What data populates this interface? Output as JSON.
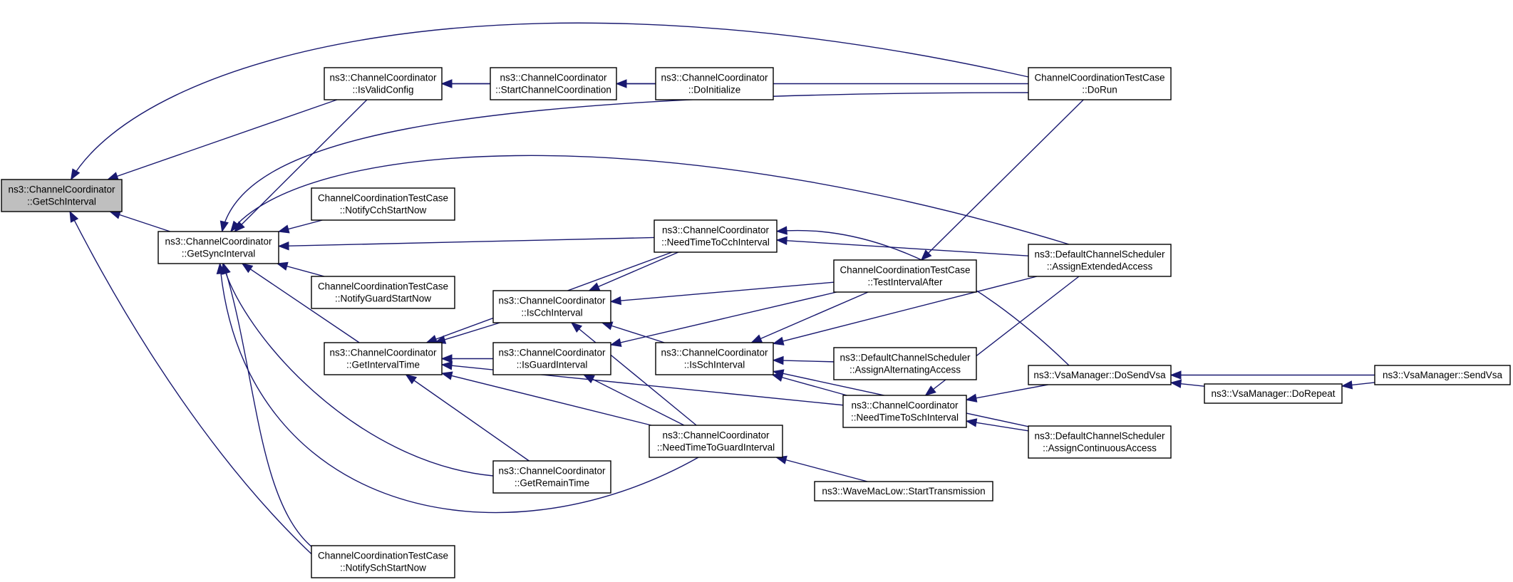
{
  "diagram": {
    "type": "call-graph",
    "colors": {
      "edge": "#191970",
      "focus_fill": "#bfbfbf",
      "node_fill": "#ffffff",
      "border": "#000000"
    },
    "nodes": [
      {
        "id": "getSch",
        "lines": [
          "ns3::ChannelCoordinator",
          "::GetSchInterval"
        ],
        "focus": true
      },
      {
        "id": "getSync",
        "lines": [
          "ns3::ChannelCoordinator",
          "::GetSyncInterval"
        ]
      },
      {
        "id": "isValid",
        "lines": [
          "ns3::ChannelCoordinator",
          "::IsValidConfig"
        ]
      },
      {
        "id": "startCC",
        "lines": [
          "ns3::ChannelCoordinator",
          "::StartChannelCoordination"
        ]
      },
      {
        "id": "doInit",
        "lines": [
          "ns3::ChannelCoordinator",
          "::DoInitialize"
        ]
      },
      {
        "id": "doRun",
        "lines": [
          "ChannelCoordinationTestCase",
          "::DoRun"
        ]
      },
      {
        "id": "notifyCch",
        "lines": [
          "ChannelCoordinationTestCase",
          "::NotifyCchStartNow"
        ]
      },
      {
        "id": "notifyGuard",
        "lines": [
          "ChannelCoordinationTestCase",
          "::NotifyGuardStartNow"
        ]
      },
      {
        "id": "notifySch",
        "lines": [
          "ChannelCoordinationTestCase",
          "::NotifySchStartNow"
        ]
      },
      {
        "id": "getInterval",
        "lines": [
          "ns3::ChannelCoordinator",
          "::GetIntervalTime"
        ]
      },
      {
        "id": "isCch",
        "lines": [
          "ns3::ChannelCoordinator",
          "::IsCchInterval"
        ]
      },
      {
        "id": "isGuard",
        "lines": [
          "ns3::ChannelCoordinator",
          "::IsGuardInterval"
        ]
      },
      {
        "id": "getRemain",
        "lines": [
          "ns3::ChannelCoordinator",
          "::GetRemainTime"
        ]
      },
      {
        "id": "needCch",
        "lines": [
          "ns3::ChannelCoordinator",
          "::NeedTimeToCchInterval"
        ]
      },
      {
        "id": "isSch",
        "lines": [
          "ns3::ChannelCoordinator",
          "::IsSchInterval"
        ]
      },
      {
        "id": "needGuard",
        "lines": [
          "ns3::ChannelCoordinator",
          "::NeedTimeToGuardInterval"
        ]
      },
      {
        "id": "testAfter",
        "lines": [
          "ChannelCoordinationTestCase",
          "::TestIntervalAfter"
        ]
      },
      {
        "id": "assignAlt",
        "lines": [
          "ns3::DefaultChannelScheduler",
          "::AssignAlternatingAccess"
        ]
      },
      {
        "id": "needSch",
        "lines": [
          "ns3::ChannelCoordinator",
          "::NeedTimeToSchInterval"
        ]
      },
      {
        "id": "startTx",
        "lines": [
          "ns3::WaveMacLow::StartTransmission"
        ]
      },
      {
        "id": "assignExt",
        "lines": [
          "ns3::DefaultChannelScheduler",
          "::AssignExtendedAccess"
        ]
      },
      {
        "id": "doSendVsa",
        "lines": [
          "ns3::VsaManager::DoSendVsa"
        ]
      },
      {
        "id": "assignCont",
        "lines": [
          "ns3::DefaultChannelScheduler",
          "::AssignContinuousAccess"
        ]
      },
      {
        "id": "doRepeat",
        "lines": [
          "ns3::VsaManager::DoRepeat"
        ]
      },
      {
        "id": "sendVsa",
        "lines": [
          "ns3::VsaManager::SendVsa"
        ]
      }
    ],
    "edges": [
      [
        "getSync",
        "getSch"
      ],
      [
        "isValid",
        "getSch"
      ],
      [
        "doRun",
        "getSch"
      ],
      [
        "notifySch",
        "getSch"
      ],
      [
        "startCC",
        "isValid"
      ],
      [
        "doInit",
        "startCC"
      ],
      [
        "doRun",
        "isValid"
      ],
      [
        "isValid",
        "getSync"
      ],
      [
        "doRun",
        "getSync"
      ],
      [
        "assignExt",
        "getSync"
      ],
      [
        "notifyCch",
        "getSync"
      ],
      [
        "notifyGuard",
        "getSync"
      ],
      [
        "needCch",
        "getSync"
      ],
      [
        "getInterval",
        "getSync"
      ],
      [
        "getRemain",
        "getSync"
      ],
      [
        "needGuard",
        "getSync"
      ],
      [
        "notifySch",
        "getSync"
      ],
      [
        "isCch",
        "getInterval"
      ],
      [
        "isGuard",
        "getInterval"
      ],
      [
        "needCch",
        "getInterval"
      ],
      [
        "getRemain",
        "getInterval"
      ],
      [
        "needSch",
        "getInterval"
      ],
      [
        "needGuard",
        "getInterval"
      ],
      [
        "needCch",
        "isCch"
      ],
      [
        "testAfter",
        "isCch"
      ],
      [
        "isSch",
        "isCch"
      ],
      [
        "needGuard",
        "isCch"
      ],
      [
        "testAfter",
        "isGuard"
      ],
      [
        "needGuard",
        "isGuard"
      ],
      [
        "testAfter",
        "isSch"
      ],
      [
        "assignExt",
        "isSch"
      ],
      [
        "assignAlt",
        "isSch"
      ],
      [
        "needSch",
        "isSch"
      ],
      [
        "assignCont",
        "isSch"
      ],
      [
        "assignExt",
        "needCch"
      ],
      [
        "doSendVsa",
        "needCch"
      ],
      [
        "doRun",
        "testAfter"
      ],
      [
        "assignExt",
        "needSch"
      ],
      [
        "doSendVsa",
        "needSch"
      ],
      [
        "assignCont",
        "needSch"
      ],
      [
        "startTx",
        "needGuard"
      ],
      [
        "doRepeat",
        "doSendVsa"
      ],
      [
        "sendVsa",
        "doSendVsa"
      ],
      [
        "sendVsa",
        "doRepeat"
      ]
    ]
  }
}
